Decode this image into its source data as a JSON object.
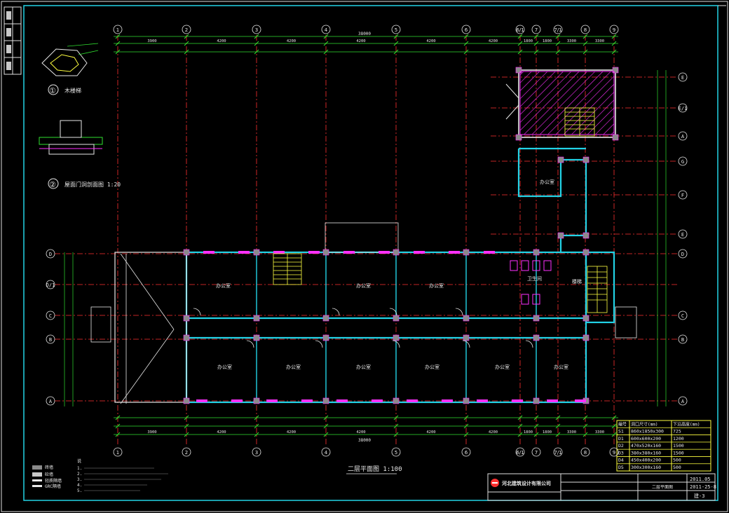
{
  "grid": {
    "cols": [
      "1",
      "2",
      "3",
      "4",
      "5",
      "6",
      "6/1",
      "7",
      "7/1",
      "8",
      "9"
    ],
    "rows_left": [
      "D",
      "D/1",
      "C",
      "B",
      "A"
    ],
    "rows_right_upper": [
      "E",
      "E/1",
      "A",
      "G",
      "F",
      "E"
    ],
    "rows_right_lower": [
      "D",
      "C",
      "B",
      "A"
    ]
  },
  "dims": {
    "total_top": "38000",
    "total_bottom": "38000",
    "cols_spacing": [
      "3900",
      "4200",
      "4200",
      "4200",
      "4200",
      "4200",
      "1800",
      "1800",
      "3300",
      "3300"
    ]
  },
  "details": {
    "stair_node_title": "①",
    "stair_node_label": "木楼梯",
    "roof_door_title": "②",
    "roof_door_label": "屋面门洞剖面图 1:20"
  },
  "rooms": {
    "office": "办公室",
    "toilet": "卫生间",
    "stair": "楼梯"
  },
  "title": "二层平面图 1:100",
  "legend": {
    "heading": "说",
    "items": [
      "砖墙",
      "砼墙",
      "轻质隔墙",
      "GRC隔墙"
    ],
    "notes": [
      "1.",
      "2.",
      "3.",
      "4.",
      "5."
    ]
  },
  "schedule": {
    "header": [
      "编号",
      "洞口尺寸(mm)",
      "下沿高度(mm)"
    ],
    "rows": [
      [
        "S1",
        "860x1850x300",
        "725"
      ],
      [
        "D1",
        "600x600x200",
        "1200"
      ],
      [
        "D2",
        "470x520x160",
        "1500"
      ],
      [
        "D3",
        "380x380x160",
        "1500"
      ],
      [
        "D4",
        "450x400x200",
        "500"
      ],
      [
        "D5",
        "300x300x160",
        "500"
      ]
    ]
  },
  "titleblock": {
    "company": "河北建筑设计有限公司",
    "date": "2011.05",
    "date2": "2011-25-8",
    "sheet": "建-3",
    "drawing_name": "二层平面图"
  },
  "colors": {
    "axis": "#ff3030",
    "wall": "#22d3e6",
    "dim": "#30e030",
    "text": "#e8e8e8",
    "magenta": "#ff30ff",
    "yellow": "#ffff40",
    "frame": "#e0e0e0"
  }
}
